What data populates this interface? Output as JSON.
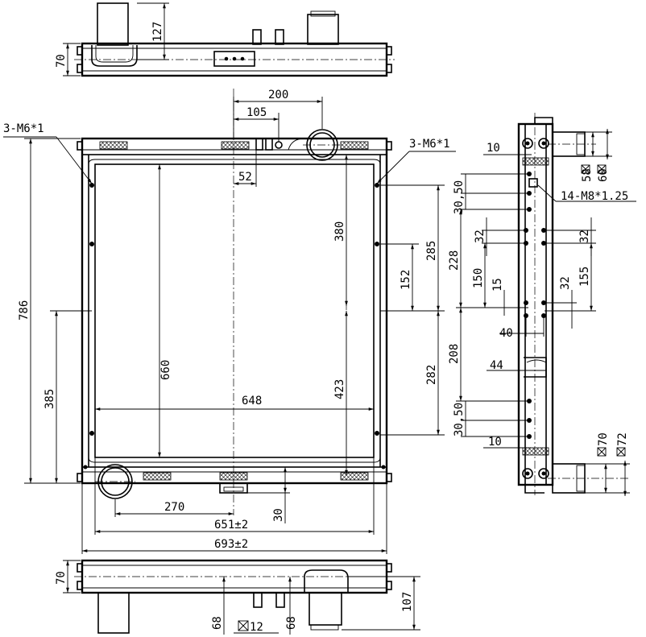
{
  "colors": {
    "ink": "#000000",
    "paper": "#ffffff"
  },
  "labels": {
    "thread_left": "3-M6*1",
    "thread_right": "3-M6*1",
    "thread_side": "14-M8*1.25",
    "d200": "200",
    "d105": "105",
    "d52": "52",
    "d127": "127",
    "d70_top": "70",
    "d786": "786",
    "d660": "660",
    "d385": "385",
    "d648": "648",
    "d380": "380",
    "d423": "423",
    "d285": "285",
    "d152": "152",
    "d282": "282",
    "d270": "270",
    "d30_bottom": "30",
    "d651": "651±2",
    "d693": "693±2",
    "d70_bottom": "70",
    "d107": "107",
    "d68_left": "68",
    "d68_right": "68",
    "sq12": "12",
    "d10_top": "10",
    "d10_bottom": "10",
    "sq58": "58",
    "sq60": "60",
    "d30_50_top": "30,50",
    "d32_a": "32",
    "d32_b": "32",
    "d32_c": "32",
    "d228": "228",
    "d150": "150",
    "d15": "15",
    "d155": "155",
    "d40": "40",
    "d208": "208",
    "d44": "44",
    "d30_50_bottom": "30,50",
    "sq70": "70",
    "sq72": "72"
  }
}
